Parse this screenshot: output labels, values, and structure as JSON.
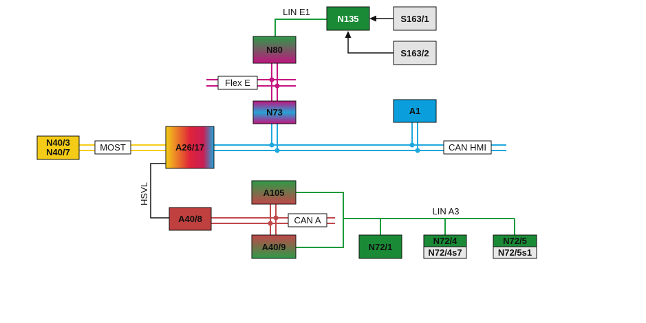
{
  "colors": {
    "most": "#f4cc17",
    "can_hmi": "#1ea8dd",
    "flex": "#c4147f",
    "can_a": "#c0484a",
    "lin": "#1a9a3c",
    "black": "#111111"
  },
  "nodes": {
    "n135": "N135",
    "s163_1": "S163/1",
    "s163_2": "S163/2",
    "n80": "N80",
    "n73": "N73",
    "a1": "A1",
    "n40_3": "N40/3",
    "n40_7": "N40/7",
    "a26_17": "A26/17",
    "a40_8": "A40/8",
    "a105": "A105",
    "a40_9": "A40/9",
    "n72_1": "N72/1",
    "n72_4": "N72/4",
    "n72_4s7": "N72/4s7",
    "n72_5": "N72/5",
    "n72_5s1": "N72/5s1"
  },
  "buses": {
    "lin_e1": "LIN E1",
    "flex_e": "Flex E",
    "most": "MOST",
    "can_hmi": "CAN HMI",
    "hsvl": "HSVL",
    "can_a": "CAN A",
    "lin_a3": "LIN A3"
  }
}
